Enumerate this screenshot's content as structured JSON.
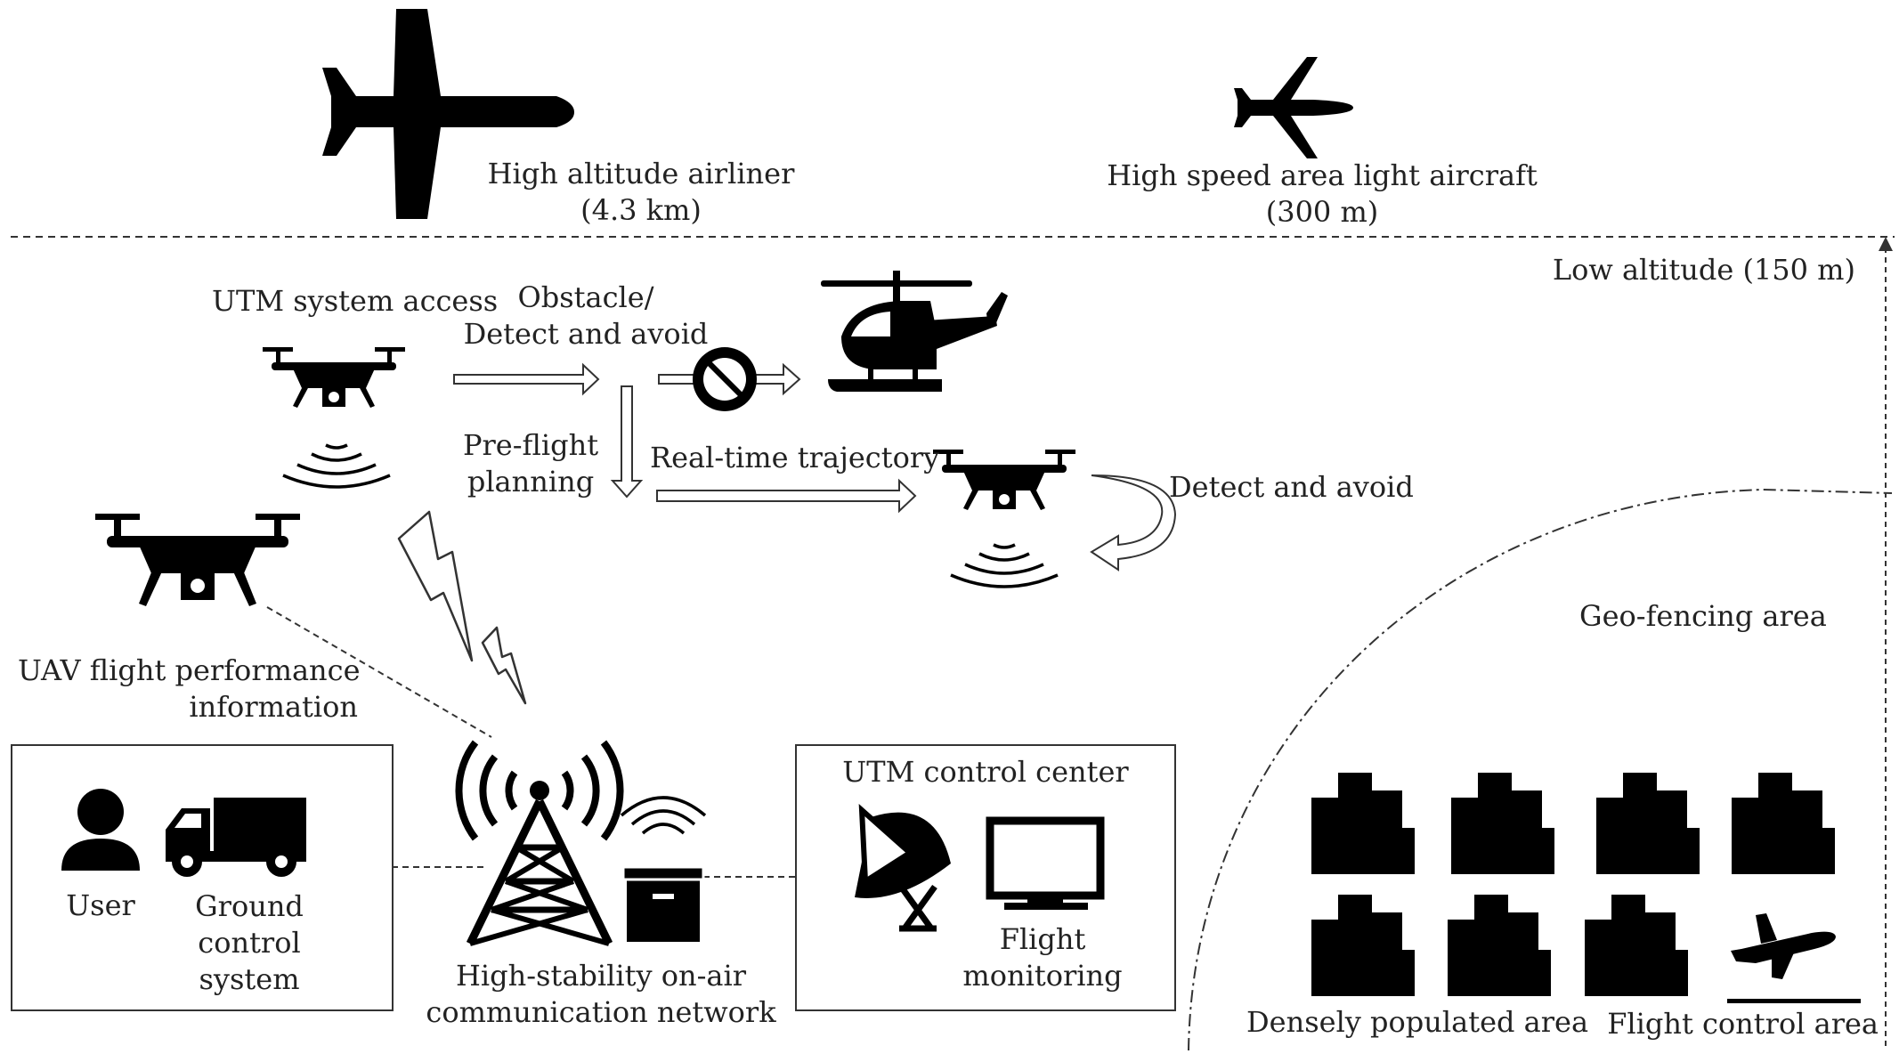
{
  "colors": {
    "ink": "#000000",
    "text": "#222222",
    "line": "#333333",
    "background": "#ffffff"
  },
  "labels": {
    "airliner": {
      "line1": "High altitude airliner",
      "line2": "(4.3 km)"
    },
    "light_aircraft": {
      "line1": "High speed area light aircraft",
      "line2": "(300 m)"
    },
    "low_altitude": "Low altitude (150 m)",
    "utm_access": "UTM system access",
    "obstacle": {
      "line1": "Obstacle/",
      "line2": "Detect and avoid"
    },
    "preflight": {
      "line1": "Pre-flight",
      "line2": "planning"
    },
    "realtime": "Real-time trajectory",
    "detect_avoid": "Detect and avoid",
    "geofencing": "Geo-fencing area",
    "uav_perf": {
      "line1": "UAV flight performance",
      "line2": "information"
    },
    "user": "User",
    "gcs": {
      "line1": "Ground",
      "line2": "control",
      "line3": "system"
    },
    "network": {
      "line1": "High-stability on-air",
      "line2": "communication network"
    },
    "utm_center": "UTM control center",
    "flight_monitoring": {
      "line1": "Flight",
      "line2": "monitoring"
    },
    "densely": "Densely populated area",
    "flight_control": "Flight control area"
  },
  "icons": [
    "airliner-icon",
    "light-aircraft-icon",
    "helicopter-icon",
    "drone-icon",
    "no-entry-icon",
    "lightning-icon",
    "user-icon",
    "truck-icon",
    "radio-tower-icon",
    "transceiver-box-icon",
    "satellite-dish-icon",
    "monitor-icon",
    "building-icon",
    "takeoff-plane-icon"
  ]
}
